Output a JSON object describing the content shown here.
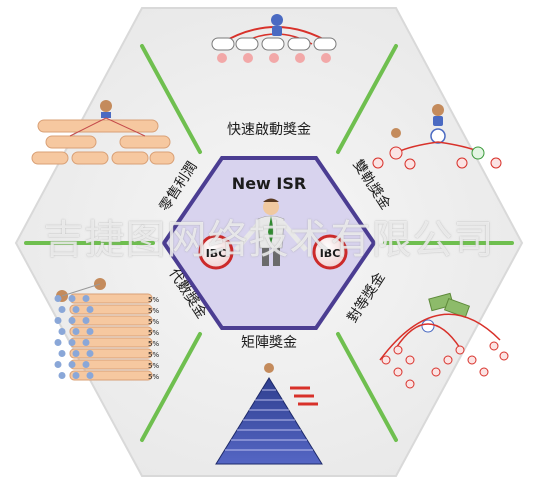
{
  "center": {
    "title": "New ISR",
    "badge": "IBC"
  },
  "bonuses": {
    "top": "快速啟動獎金",
    "upper_right": "雙軌獎金",
    "lower_right": "對等獎金",
    "bottom": "矩陣獎金",
    "lower_left": "代數獎金",
    "upper_left": "零售利潤"
  },
  "generation_rows": [
    "5%",
    "5%",
    "5%",
    "5%",
    "5%",
    "5%",
    "5%",
    "5%"
  ],
  "watermark": "吉捷图网络技术有限公司",
  "colors": {
    "hexagon_fill": "#d8d3ee",
    "hexagon_stroke": "#4b3d92",
    "divider": "#6fbf4f",
    "accent_red": "#d8312a"
  }
}
